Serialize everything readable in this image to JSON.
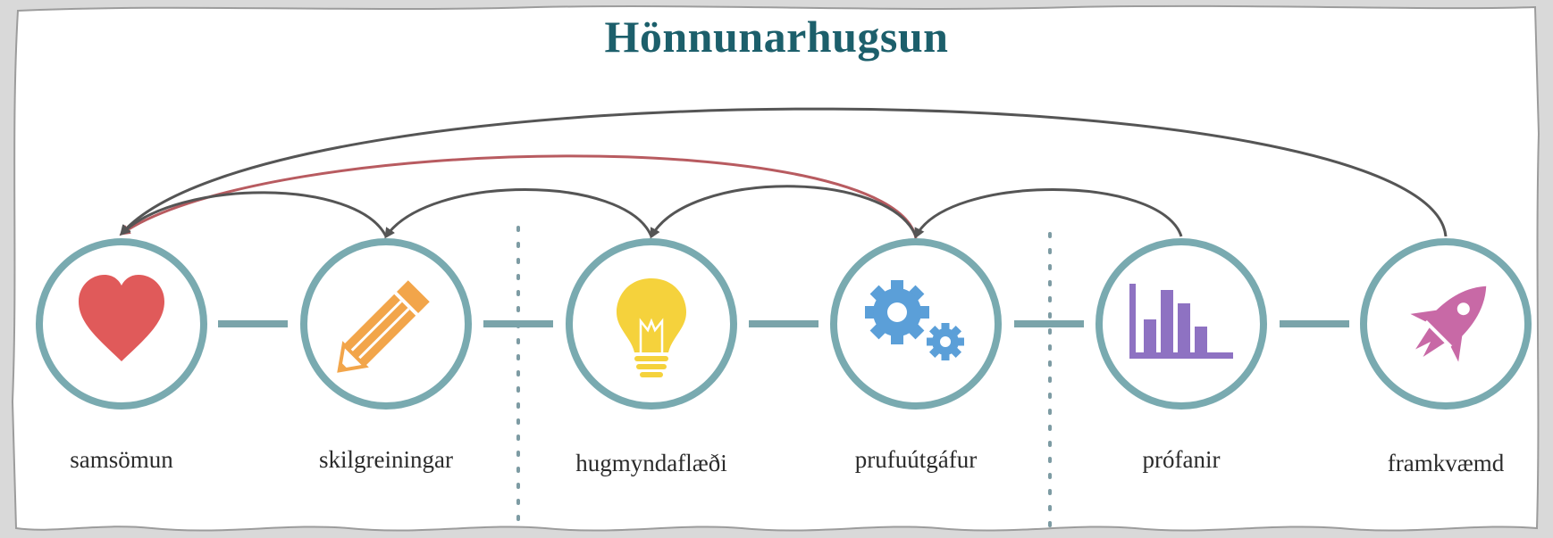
{
  "title": "Hönnunarhugsun",
  "steps": [
    {
      "label": "samsömun",
      "icon": "heart-icon",
      "color": "#e05a5a"
    },
    {
      "label": "skilgreiningar",
      "icon": "pencil-icon",
      "color": "#f2a54a"
    },
    {
      "label": "hugmyndaflæði",
      "icon": "lightbulb-icon",
      "color": "#f5d23c"
    },
    {
      "label": "prufuútgáfur",
      "icon": "gears-icon",
      "color": "#5b9fd8"
    },
    {
      "label": "prófanir",
      "icon": "bar-chart-icon",
      "color": "#8e72c2"
    },
    {
      "label": "framkvæmd",
      "icon": "rocket-icon",
      "color": "#c869a6"
    }
  ],
  "colors": {
    "circle_stroke": "#79aab0",
    "connector": "#7aa4aa",
    "arrow": "#555555",
    "arrow_highlight": "#b85b60",
    "divider": "#7d9ba3",
    "title": "#1c5f6b"
  }
}
